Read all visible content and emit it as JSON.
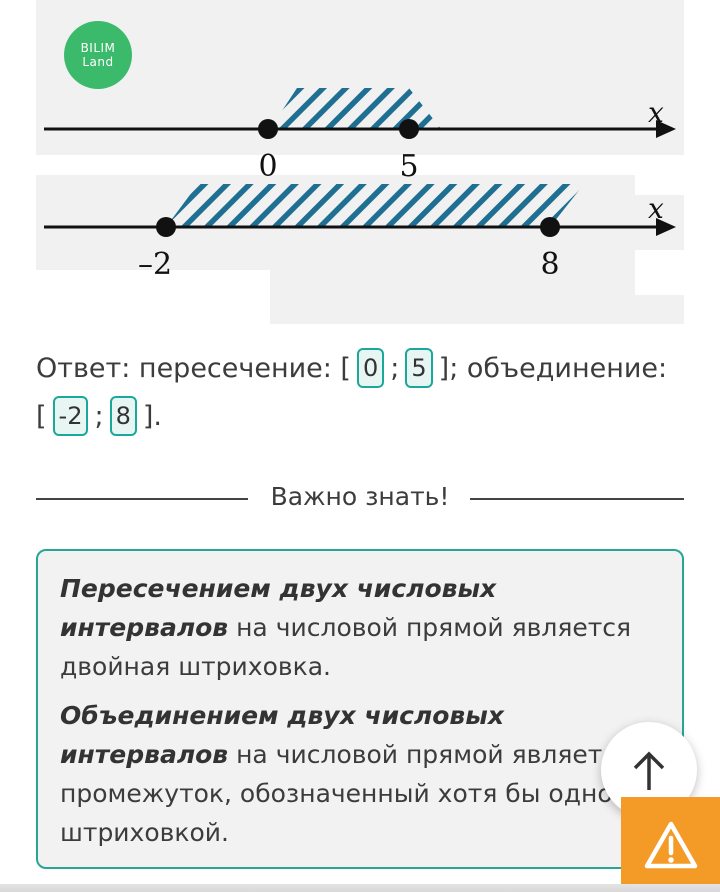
{
  "figure": {
    "logo_line1": "BILIM",
    "logo_line2": "Land",
    "axis_var": "x",
    "line1": {
      "tick_a": "0",
      "tick_b": "5"
    },
    "line2": {
      "tick_a": "–2",
      "tick_b": "8"
    }
  },
  "answer": {
    "prefix": "Ответ: пересечение: [",
    "intersection_start": "0",
    "sep": ";",
    "intersection_end": "5",
    "union_label": "]; объединение:",
    "open_bracket": "[",
    "union_start": "-2",
    "union_end": "8",
    "close": "]."
  },
  "important": {
    "title": "Важно знать!"
  },
  "info": {
    "p1_bold": "Пересечением двух числовых интервалов",
    "p1_rest": " на числовой прямой является двойная штриховка.",
    "p2_bold": "Объединением двух числовых интервалов",
    "p2_rest": " на числовой прямой является промежуток, обозначенный хотя бы одной штриховкой."
  },
  "colors": {
    "hatch": "#1f6f93",
    "accent": "#29a596",
    "logo": "#3cba6c",
    "warn": "#f49a26"
  },
  "icons": {
    "scroll_up": "arrow-up-icon",
    "report": "warning-icon"
  }
}
